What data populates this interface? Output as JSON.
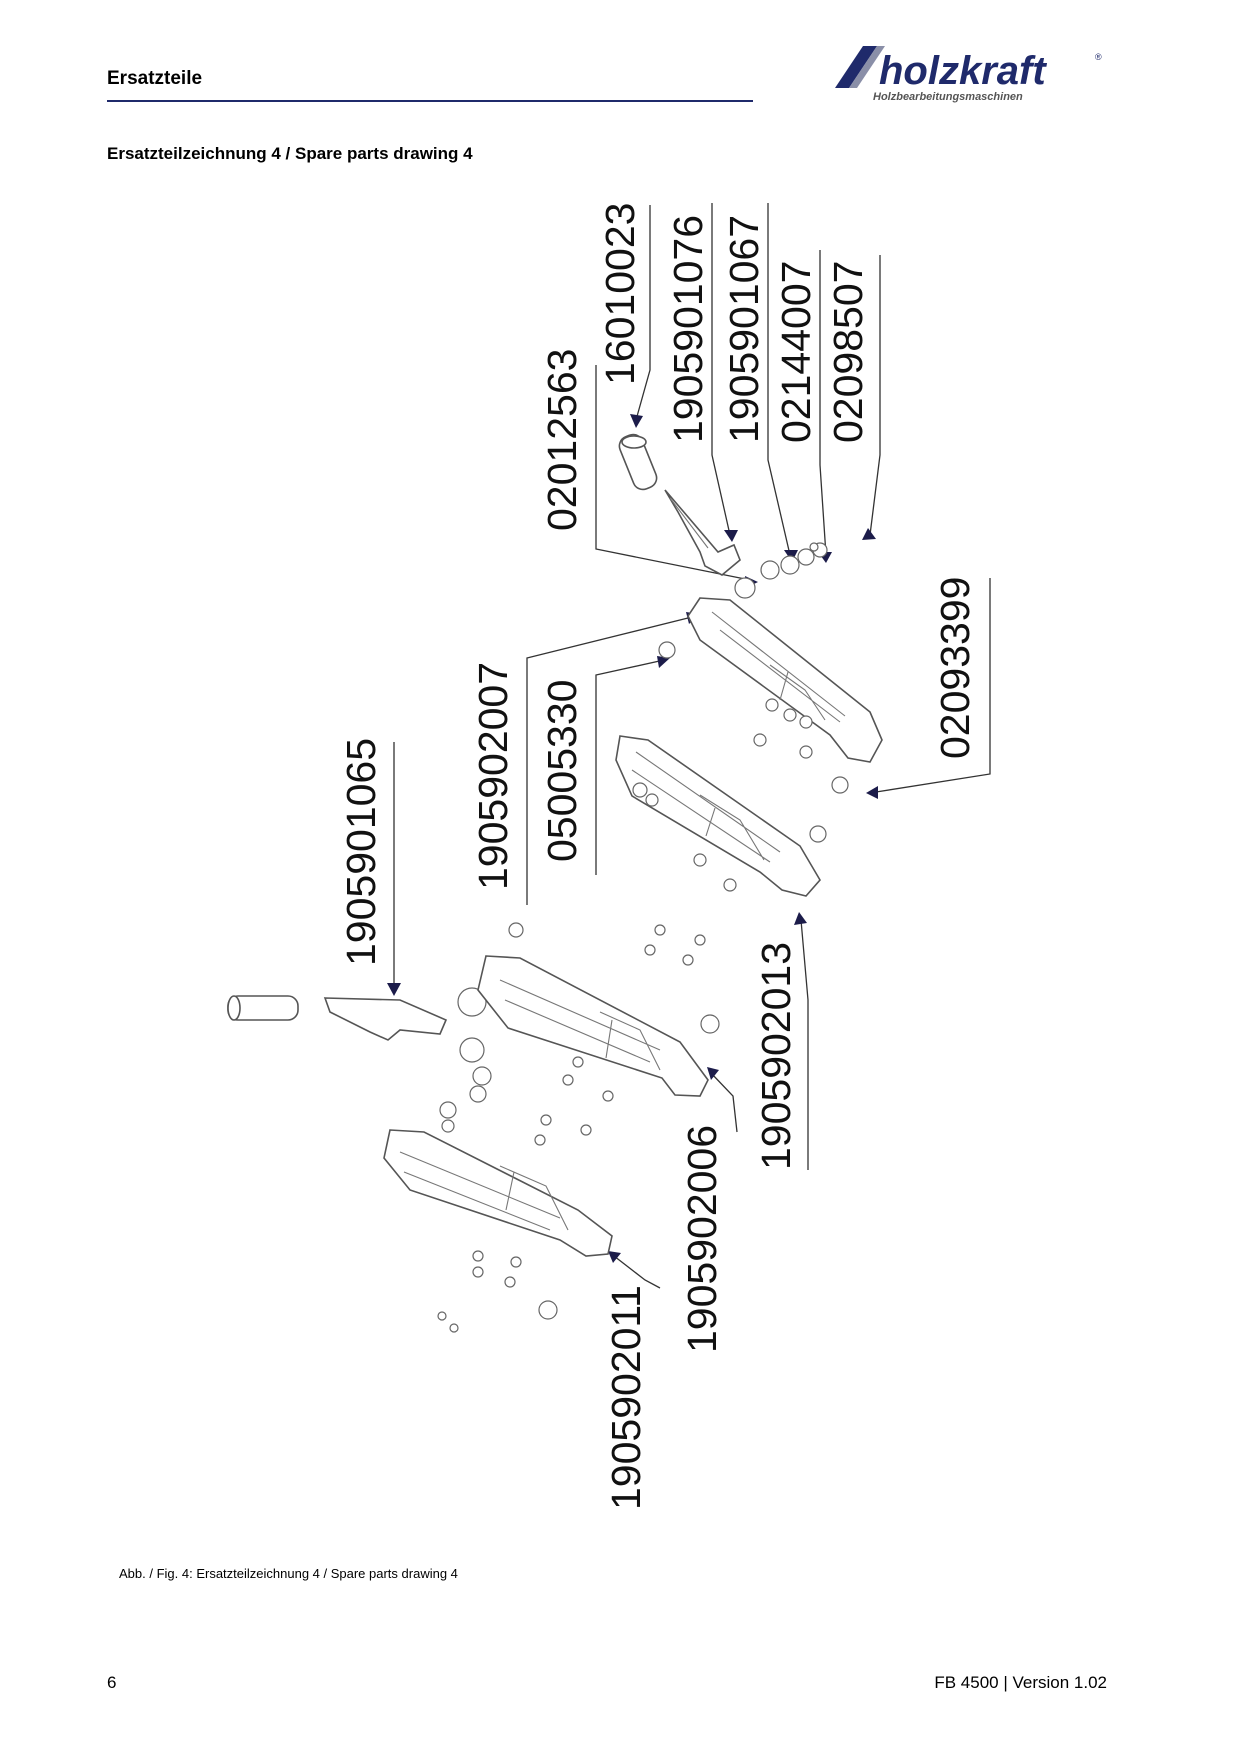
{
  "header": {
    "section_title": "Ersatzteile",
    "logo": {
      "brand": "holzkraft",
      "tagline": "Holzbearbeitungsmaschinen",
      "mark": "®",
      "accent_color": "#1f2a6b"
    }
  },
  "drawing": {
    "title": "Ersatzteilzeichnung 4 / Spare parts drawing 4",
    "part_numbers": [
      "16010023",
      "1905901076",
      "1905901067",
      "02144007",
      "02098507",
      "02012563",
      "02093399",
      "1905902007",
      "05005330",
      "1905901065",
      "1905902013",
      "1905902006",
      "1905902011"
    ]
  },
  "caption": "Abb. / Fig. 4: Ersatzteilzeichnung 4 / Spare parts drawing 4",
  "footer": {
    "page_number": "6",
    "doc_version": "FB 4500 | Version 1.02"
  }
}
